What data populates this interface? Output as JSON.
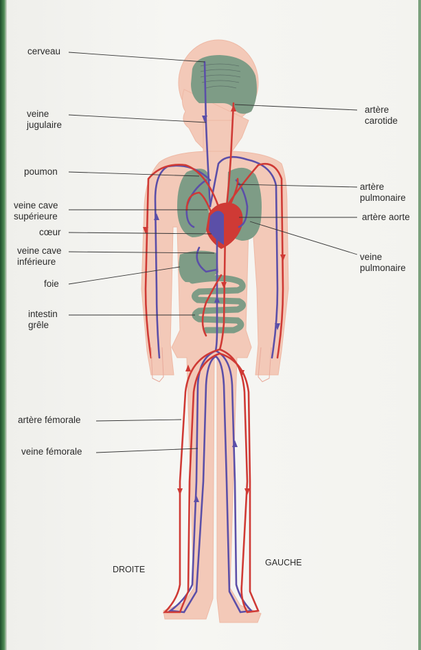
{
  "labels": {
    "cerveau": "cerveau",
    "veine_jugulaire": "veine\njugulaire",
    "poumon": "poumon",
    "veine_cave_superieure": "veine cave\nsupérieure",
    "coeur": "cœur",
    "veine_cave_inferieure": "veine cave\ninférieure",
    "foie": "foie",
    "intestin_grele": "intestin\ngrêle",
    "artere_femorale": "artère fémorale",
    "veine_femorale": "veine fémorale",
    "artere_carotide": "artère\ncarotide",
    "artere_pulmonaire": "artère\npulmonaire",
    "artere_aorte": "artère aorte",
    "veine_pulmonaire": "veine\npulmonaire",
    "droite": "DROITE",
    "gauche": "GAUCHE"
  },
  "colors": {
    "artery": "#cf3a35",
    "vein": "#5b4fa8",
    "body": "#f3c7b4",
    "organ": "#7e9c86"
  }
}
